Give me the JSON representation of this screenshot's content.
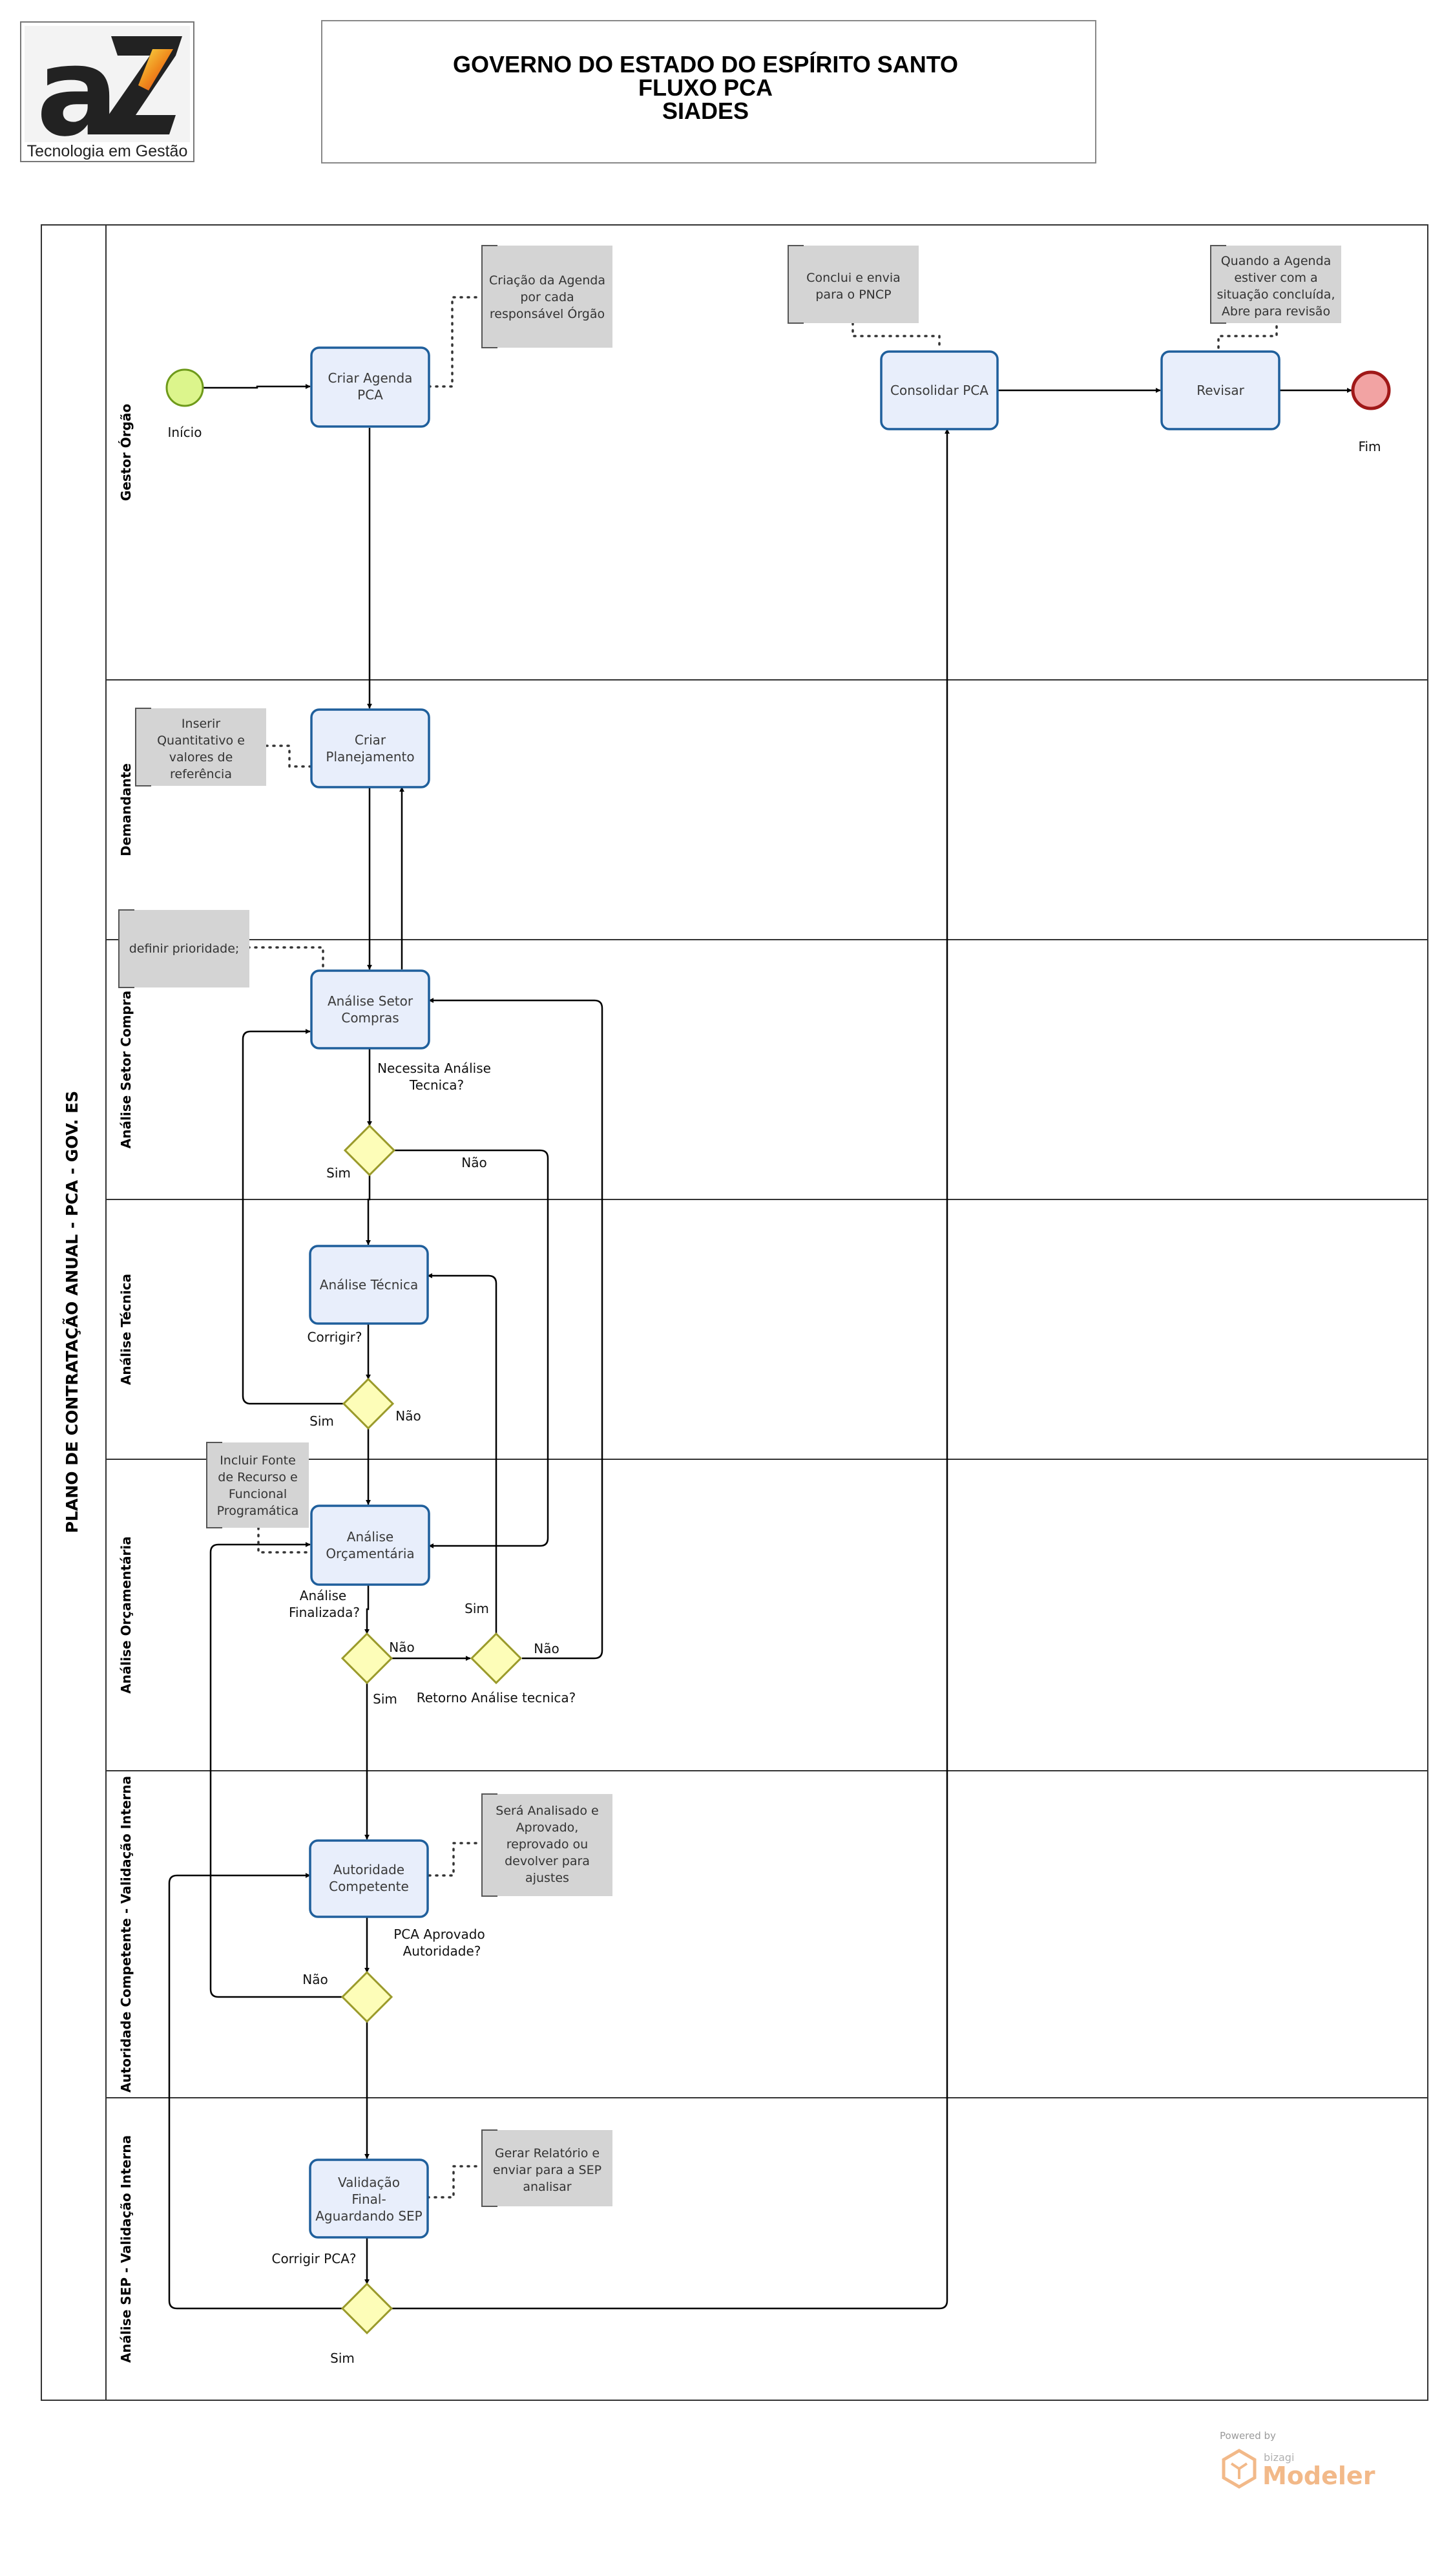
{
  "header": {
    "logo_subtitle": "Tecnologia em Gestão",
    "title_lines": [
      "GOVERNO DO ESTADO DO ESPÍRITO SANTO",
      "FLUXO PCA",
      "SIADES"
    ]
  },
  "pool": {
    "name": "PLANO DE CONTRATAÇÃO ANUAL - PCA - GOV. ES",
    "lanes": [
      "Gestor Órgão",
      "Demandante",
      "Análise Setor Compra",
      "Análise Técnica",
      "Análise Orçamentária",
      "Autoridade Competente - Validação Interna",
      "Análise SEP - Validação Interna"
    ]
  },
  "events": {
    "start": "Início",
    "end": "Fim"
  },
  "tasks": {
    "criar_agenda": [
      "Criar Agenda",
      "PCA"
    ],
    "consolidar": [
      "Consolidar PCA"
    ],
    "revisar": [
      "Revisar"
    ],
    "criar_planejamento": [
      "Criar",
      "Planejamento"
    ],
    "analise_compras": [
      "Análise Setor",
      "Compras"
    ],
    "analise_tecnica": [
      "Análise Técnica"
    ],
    "analise_orcamentaria": [
      "Análise",
      "Orçamentária"
    ],
    "autoridade": [
      "Autoridade",
      "Competente"
    ],
    "validacao_final": [
      "Validação",
      "Final-",
      "Aguardando SEP"
    ]
  },
  "annotations": {
    "criacao_agenda": [
      "Criação da Agenda",
      "por cada",
      "responsável Órgão"
    ],
    "conclui_envia": [
      "Conclui e envia",
      "para o PNCP"
    ],
    "quando_agenda": [
      "Quando a Agenda",
      "estiver com a",
      "situação concluída,",
      "Abre para revisão"
    ],
    "inserir_quantitativo": [
      "Inserir",
      "Quantitativo e",
      "valores de",
      "referência"
    ],
    "definir_prioridade": [
      "definir prioridade;"
    ],
    "incluir_fonte": [
      "Incluir Fonte",
      "de Recurso e",
      "Funcional",
      "Programática"
    ],
    "sera_analisado": [
      "Será Analisado e",
      "Aprovado,",
      "reprovado ou",
      "devolver para",
      "ajustes"
    ],
    "gerar_relatorio": [
      "Gerar Relatório e",
      "enviar para a SEP",
      "analisar"
    ]
  },
  "gateways": {
    "necessita_tecnica": [
      "Necessita Análise",
      "Tecnica?"
    ],
    "corrigir": [
      "Corrigir?"
    ],
    "analise_finalizada": [
      "Análise",
      "Finalizada?"
    ],
    "retorno_tecnica": [
      "Retorno Análise tecnica?"
    ],
    "pca_aprovado": [
      "PCA Aprovado",
      "Autoridade?"
    ],
    "corrigir_pca": [
      "Corrigir PCA?"
    ]
  },
  "flow_labels": {
    "sim": "Sim",
    "nao": "Não"
  },
  "watermark": {
    "powered_by": "Powered by",
    "brand": "bizagi",
    "product": "Modeler"
  },
  "colors": {
    "task_fill": "#e8eefb",
    "task_stroke": "#1f5f9c",
    "start_fill": "#dcf58c",
    "end_fill": "#f2a3a3",
    "gateway_fill": "#fdfdb8",
    "note_fill": "#d4d4d4",
    "watermark": "#f2b989"
  }
}
